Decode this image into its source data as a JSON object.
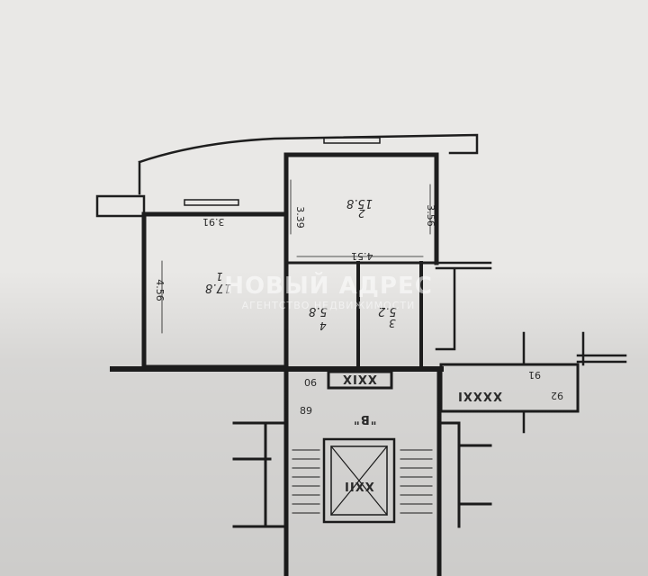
{
  "rooms": [
    {
      "number": "1",
      "area": "17.8",
      "width": "3.91",
      "length": "4.56"
    },
    {
      "number": "2",
      "area": "15.8",
      "width": "3.39",
      "length": "3.56"
    },
    {
      "number": "3",
      "area": "5.2"
    },
    {
      "number": "4",
      "area": "5.8"
    }
  ],
  "dimensions": {
    "corridor_width": "4.51",
    "small_a": "90",
    "small_b": "89",
    "small_c": "91",
    "small_d": "92"
  },
  "section_labels": {
    "stair": "\"В\"",
    "roman_29": "XXIX",
    "roman_31": "XXXXI",
    "roman_22": "XXII"
  },
  "watermark": {
    "brand": "НОВЫЙ АДРЕС",
    "tagline": "АГЕНТСТВО НЕДВИЖИМОСТИ"
  }
}
